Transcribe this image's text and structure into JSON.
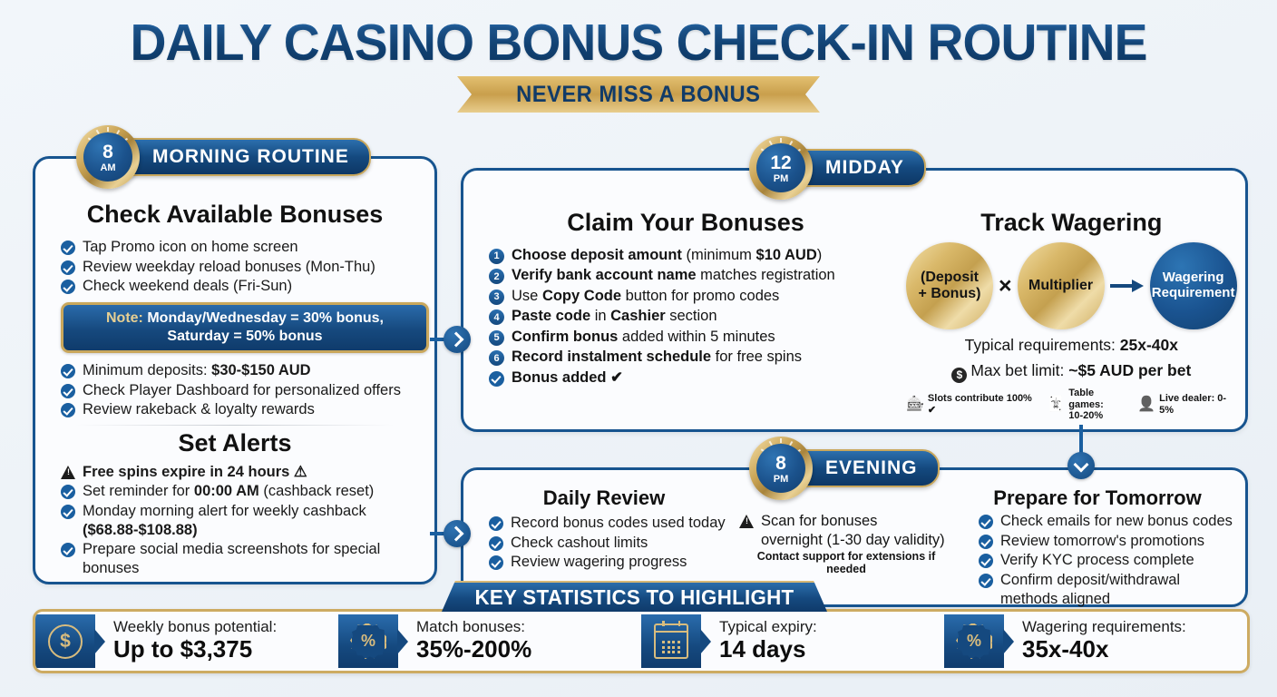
{
  "header": {
    "title": "DAILY CASINO BONUS CHECK-IN ROUTINE",
    "subtitle": "NEVER MISS A BONUS"
  },
  "sections": {
    "morning": {
      "badge": {
        "hour": "8",
        "meridiem": "AM",
        "label": "MORNING ROUTINE"
      },
      "heading": "Check Available Bonuses",
      "items_top": [
        "Tap Promo icon on home screen",
        "Review weekday reload bonuses (Mon-Thu)",
        "Check weekend deals (Fri-Sun)"
      ],
      "note": {
        "label": "Note:",
        "line1": "Monday/Wednesday = 30% bonus,",
        "line2": "Saturday = 50% bonus"
      },
      "items_bottom": [
        {
          "plain": "Minimum deposits: ",
          "bold": "$30-$150 AUD",
          "tail": ""
        },
        {
          "plain": "Check Player Dashboard for personalized offers",
          "bold": "",
          "tail": ""
        },
        {
          "plain": "Review rakeback & loyalty rewards",
          "bold": "",
          "tail": ""
        }
      ],
      "alerts_heading": "Set Alerts",
      "alerts": [
        {
          "icon": "warning",
          "bold": "Free spins expire in 24 hours",
          "plain": "",
          "tail": " ⚠",
          "pre": ""
        },
        {
          "icon": "check",
          "pre": "Set reminder for ",
          "bold": "00:00 AM",
          "tail": " (cashback reset)"
        },
        {
          "icon": "check",
          "pre": "Monday morning alert for weekly cashback ",
          "bold": "($68.88-$108.88)",
          "tail": ""
        },
        {
          "icon": "check",
          "pre": "Prepare social media screenshots for special bonuses",
          "bold": "",
          "tail": ""
        }
      ]
    },
    "midday": {
      "badge": {
        "hour": "12",
        "meridiem": "PM",
        "label": "MIDDAY"
      },
      "claim": {
        "heading": "Claim Your Bonuses",
        "steps": [
          {
            "n": "1",
            "bold": "Choose deposit amount",
            "plain": " (minimum ",
            "bold2": "$10 AUD",
            "tail": ")"
          },
          {
            "n": "2",
            "bold": "Verify bank account name",
            "plain": " matches registration",
            "bold2": "",
            "tail": ""
          },
          {
            "n": "3",
            "bold": "",
            "pre": "Use ",
            "bold2": "Copy Code",
            "tail": " button for promo codes",
            "plain": ""
          },
          {
            "n": "4",
            "bold": "Paste code",
            "plain": " in ",
            "bold2": "Cashier",
            "tail": " section"
          },
          {
            "n": "5",
            "bold": "Confirm bonus",
            "plain": " added within 5 minutes",
            "bold2": "",
            "tail": ""
          },
          {
            "n": "6",
            "bold": "Record instalment schedule",
            "plain": " for free spins",
            "bold2": "",
            "tail": ""
          }
        ],
        "final": "Bonus added ✔"
      },
      "wagering": {
        "heading": "Track Wagering",
        "bubble1_line1": "(Deposit",
        "bubble1_line2": "+ Bonus)",
        "operator": "×",
        "bubble2": "Multiplier",
        "bubble3_line1": "Wagering",
        "bubble3_line2": "Requirement",
        "typical_label": "Typical requirements: ",
        "typical_value": "25x-40x",
        "maxbet_label": "Max bet limit: ",
        "maxbet_value": "~$5 AUD per bet",
        "footnotes": [
          {
            "icon": "slot-machine-icon",
            "glyph": "🎰",
            "text": "Slots contribute 100% ✔"
          },
          {
            "icon": "cards-icon",
            "glyph": "🃏",
            "text": "Table games:",
            "text2": "10-20%"
          },
          {
            "icon": "live-dealer-icon",
            "glyph": "👤",
            "text": "Live dealer: 0-5%"
          }
        ]
      }
    },
    "evening": {
      "badge": {
        "hour": "8",
        "meridiem": "PM",
        "label": "EVENING"
      },
      "review": {
        "heading": "Daily Review",
        "items": [
          "Record bonus codes used today",
          "Check cashout limits",
          "Review wagering progress"
        ],
        "warning_line1": "Scan for bonuses",
        "warning_line2": "overnight (1-30 day validity)",
        "warning_sub": "Contact support for extensions if needed"
      },
      "tomorrow": {
        "heading": "Prepare for Tomorrow",
        "items": [
          "Check emails for new bonus codes",
          "Review tomorrow's promotions",
          "Verify KYC process complete",
          "Confirm deposit/withdrawal methods aligned"
        ]
      }
    }
  },
  "key_statistics": {
    "ribbon": "KEY STATISTICS TO HIGHLIGHT",
    "items": [
      {
        "icon": "dollar-coin-icon",
        "label": "Weekly bonus potential:",
        "value": "Up to $3,375"
      },
      {
        "icon": "percent-badge-icon",
        "label": "Match bonuses:",
        "value": "35%-200%"
      },
      {
        "icon": "calendar-icon",
        "label": "Typical expiry:",
        "value": "14 days"
      },
      {
        "icon": "percent-badge-icon",
        "label": "Wagering requirements:",
        "value": "35x-40x"
      }
    ]
  },
  "colors": {
    "brand_blue": "#15497f",
    "accent_blue": "#1a5fa0",
    "gold": "#cdab62",
    "bg": "#eef3f8"
  }
}
